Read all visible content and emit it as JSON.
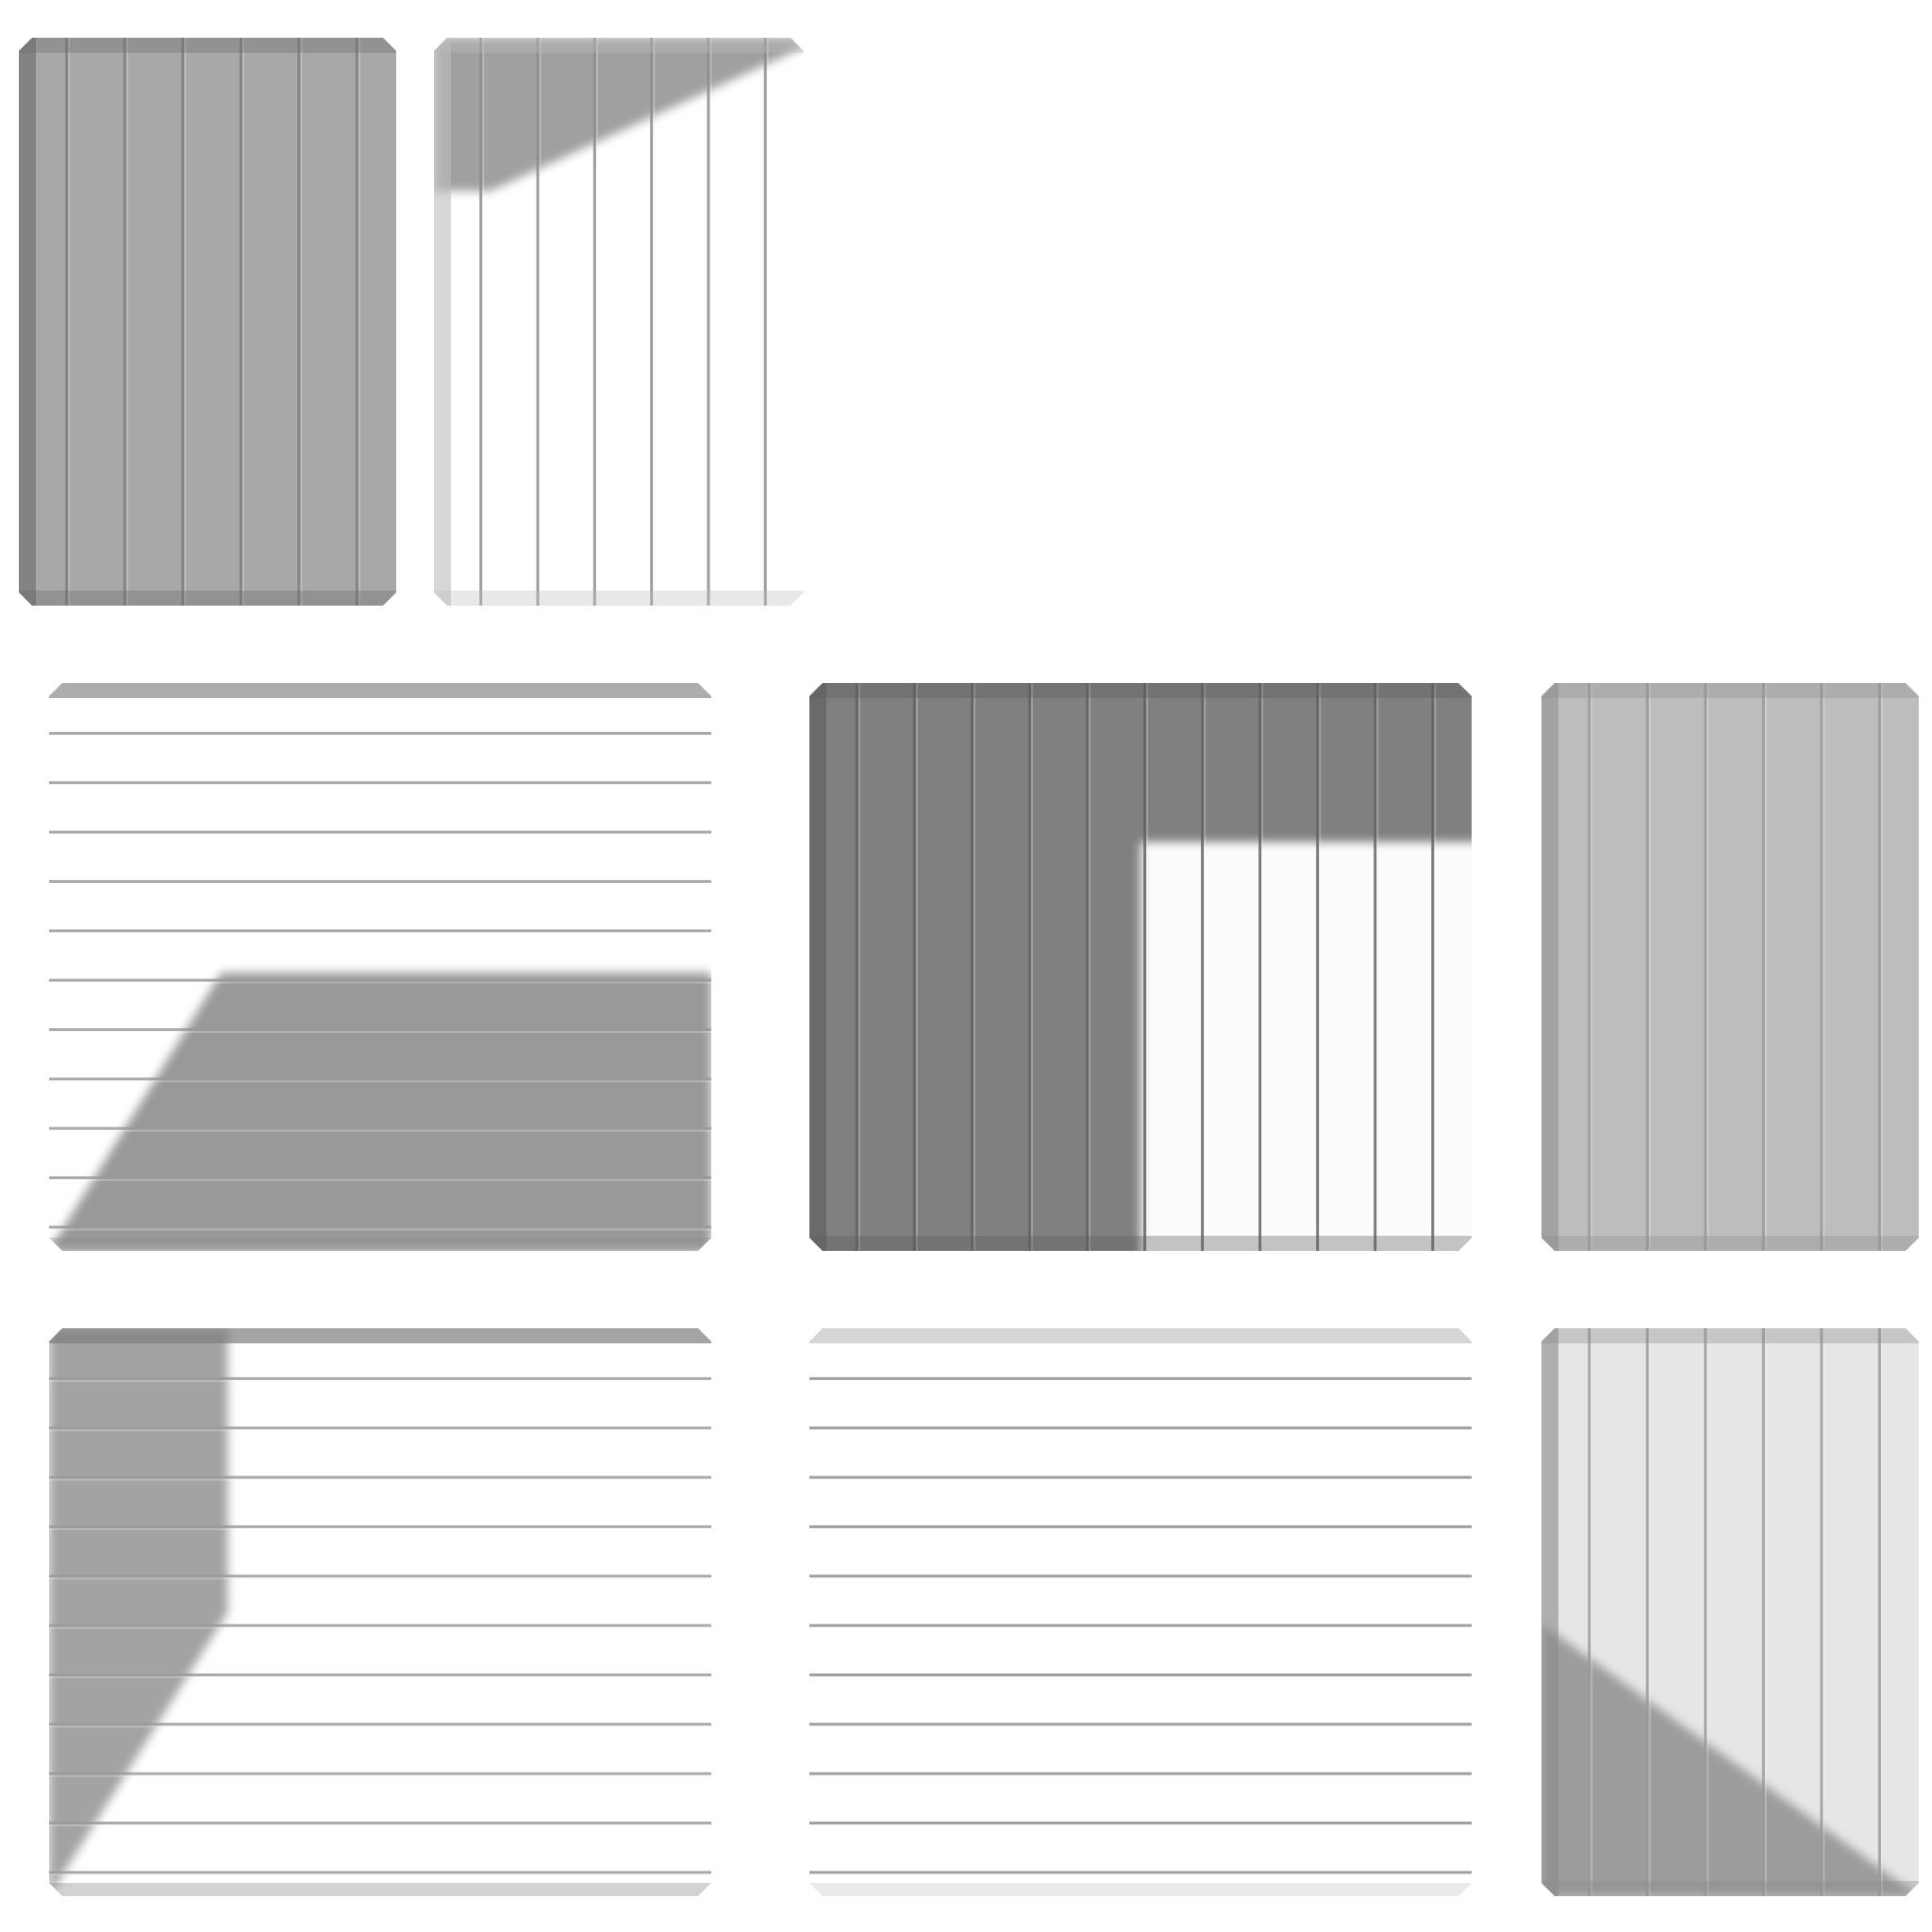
{
  "atlas": {
    "background": "#ffffff",
    "panels": [
      {
        "name": "panel-vertical-grey",
        "orientation": "vertical",
        "base": "#a8a8a8",
        "groove": "#7e7e7e",
        "shadow": {
          "color": "#8a8a8a",
          "shape": "none"
        },
        "edge": "#6a6a6a",
        "grooves": 6
      },
      {
        "name": "panel-vertical-white-shadow-top",
        "orientation": "vertical",
        "base": "#ffffff",
        "groove": "#8c8c8c",
        "shadow": {
          "color": "#a0a0a0",
          "shape": "top-wedge"
        },
        "edge": "#bdbdbd",
        "grooves": 6
      },
      {
        "name": "panel-horizontal-white-shadow-bottom",
        "orientation": "horizontal",
        "base": "#ffffff",
        "groove": "#9a9a9a",
        "shadow": {
          "color": "#999999",
          "shape": "bottom-parallelogram"
        },
        "edge": "#8a8a8a",
        "grooves": 11
      },
      {
        "name": "panel-vertical-dark-light-patch",
        "orientation": "vertical",
        "base": "#808080",
        "groove": "#636363",
        "shadow": {
          "color": "#fbfbfb",
          "shape": "bottom-right-rect"
        },
        "edge": "#5c5c5c",
        "grooves": 11
      },
      {
        "name": "panel-vertical-light-grey",
        "orientation": "vertical",
        "base": "#bdbdbd",
        "groove": "#999999",
        "shadow": {
          "color": "#b0b0b0",
          "shape": "none"
        },
        "edge": "#8f8f8f",
        "grooves": 6
      },
      {
        "name": "panel-horizontal-white-shadow-left",
        "orientation": "horizontal",
        "base": "#ffffff",
        "groove": "#9a9a9a",
        "shadow": {
          "color": "#a3a3a3",
          "shape": "left-column"
        },
        "edge": "#7d7d7d",
        "grooves": 11
      },
      {
        "name": "panel-horizontal-white",
        "orientation": "horizontal",
        "base": "#ffffff",
        "groove": "#8e8e8e",
        "shadow": {
          "color": "#ffffff",
          "shape": "none"
        },
        "edge": "#c4c4c4",
        "grooves": 11
      },
      {
        "name": "panel-vertical-light-shadow-diagonal",
        "orientation": "vertical",
        "base": "#e6e6e6",
        "groove": "#9a9a9a",
        "shadow": {
          "color": "#9c9c9c",
          "shape": "bottom-diagonal"
        },
        "edge": "#8a8a8a",
        "grooves": 6
      }
    ]
  }
}
